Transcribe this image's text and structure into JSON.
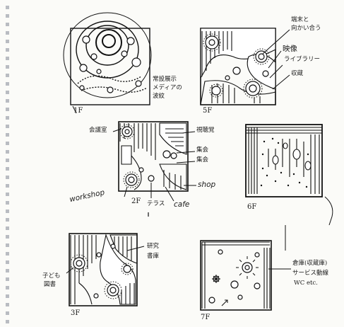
{
  "floors": {
    "f1": "1F",
    "f2": "2F",
    "f3": "3F",
    "f5": "5F",
    "f6": "6F",
    "f7": "7F"
  },
  "notes": {
    "f1_desc": [
      "常設展示",
      "メディアの",
      "波紋"
    ],
    "f5_terminal": [
      "端末と",
      "向かい合う"
    ],
    "f5_video": "映像",
    "f5_library": "ライブラリー",
    "f5_storage": "収蔵",
    "f2_meeting": "会議室",
    "f2_lecture": "視聴覚",
    "f2_assembly1": "集会",
    "f2_assembly2": "集会",
    "f2_workshop": "workshop",
    "f2_terrace": "テラス",
    "f2_cafe": "cafe",
    "f2_shop": "shop",
    "f3_study": "研究",
    "f3_books": "書庫",
    "f3_children": [
      "子ども",
      "図書"
    ],
    "f7_notes": [
      "倉庫(収蔵庫)",
      "サービス動線",
      "WC etc."
    ]
  }
}
